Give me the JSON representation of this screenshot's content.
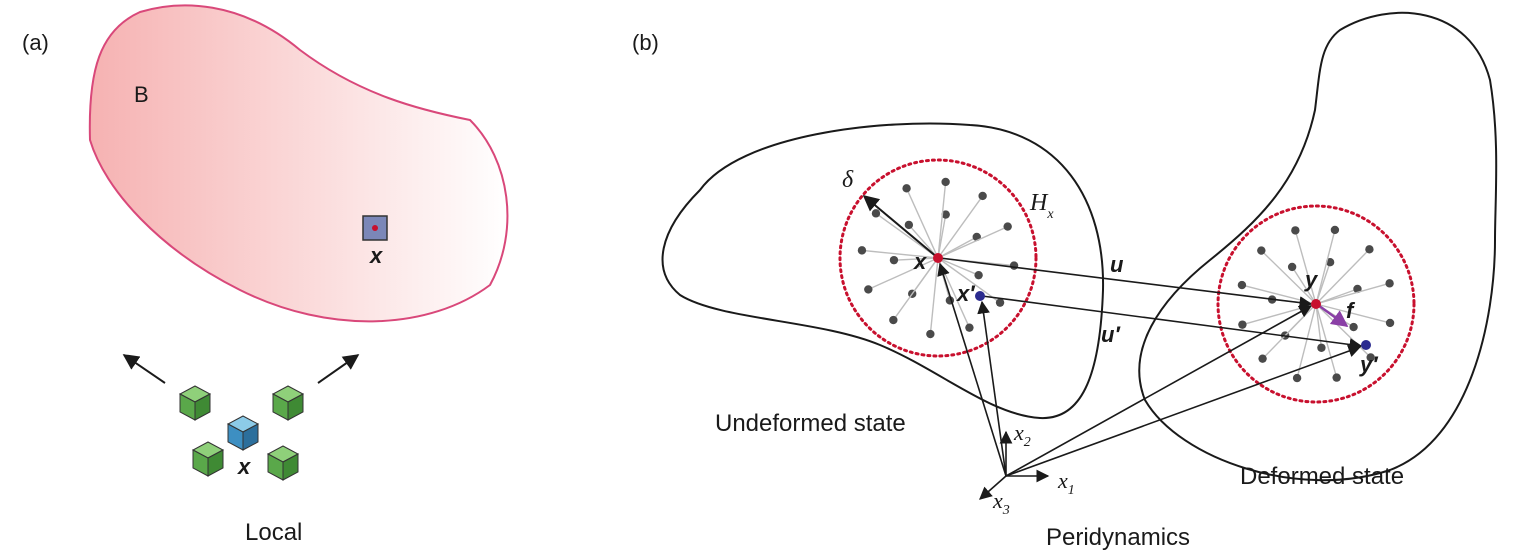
{
  "panel_a": {
    "tag": "(a)",
    "body_label": "B",
    "point_label": "x",
    "cubes_label": "x",
    "caption": "Local"
  },
  "panel_b": {
    "tag": "(b)",
    "delta_label": "δ",
    "horizon_label": "H",
    "horizon_sub": "x",
    "x_label": "x",
    "xprime_label": "x′",
    "u_label": "u",
    "uprime_label": "u′",
    "y_label": "y",
    "yprime_label": "y′",
    "f_label": "f",
    "undeformed_caption": "Undeformed state",
    "deformed_caption": "Deformed state",
    "axis_x1": "x",
    "axis_x1_sub": "1",
    "axis_x2": "x",
    "axis_x2_sub": "2",
    "axis_x3": "x",
    "axis_x3_sub": "3",
    "caption": "Peridynamics"
  },
  "colors": {
    "body_fill_left": "#f6b4b4",
    "body_fill_right": "#ffffff",
    "body_stroke": "#d9487a",
    "horizon_dots": "#c8102e",
    "point_red": "#c8102e",
    "point_blue": "#2b2b8f",
    "force_arrow": "#8a3fa6",
    "cube_green": "#5aa84a",
    "cube_blue": "#3d8fc2"
  }
}
